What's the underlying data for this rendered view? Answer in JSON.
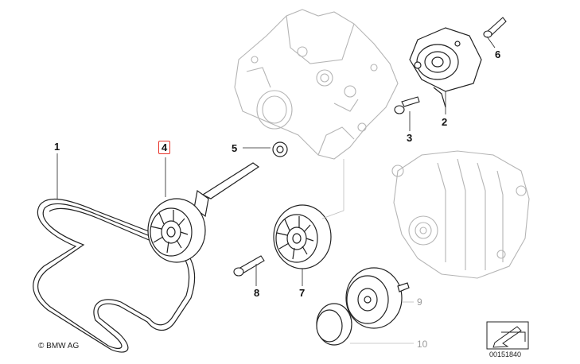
{
  "callouts": [
    {
      "id": "1",
      "label": "1"
    },
    {
      "id": "2",
      "label": "2"
    },
    {
      "id": "3",
      "label": "3"
    },
    {
      "id": "4",
      "label": "4"
    },
    {
      "id": "5",
      "label": "5"
    },
    {
      "id": "6",
      "label": "6"
    },
    {
      "id": "7",
      "label": "7"
    },
    {
      "id": "8",
      "label": "8"
    },
    {
      "id": "9",
      "label": "9"
    },
    {
      "id": "10",
      "label": "10"
    }
  ],
  "footer": {
    "copyright": "© BMW AG",
    "doc_number": "00151840"
  },
  "colors": {
    "line": "#222222",
    "ghost": "#b5b5b5",
    "highlight": "#e8332a",
    "grey_label": "#9a9a9a"
  }
}
